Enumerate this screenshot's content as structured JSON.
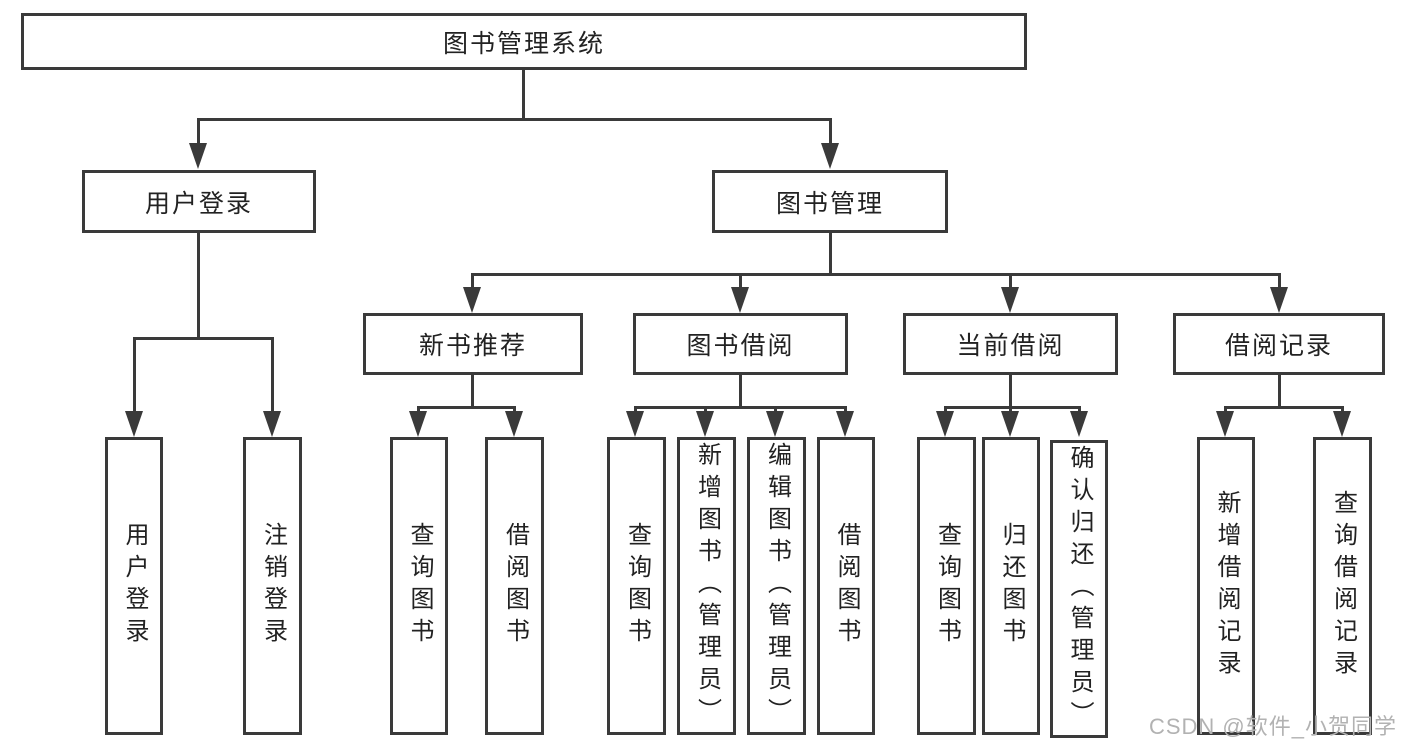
{
  "tree": {
    "label": "图书管理系统",
    "children": [
      {
        "label": "用户登录",
        "children": [
          {
            "label": "用户登录"
          },
          {
            "label": "注销登录"
          }
        ]
      },
      {
        "label": "图书管理",
        "children": [
          {
            "label": "新书推荐",
            "children": [
              {
                "label": "查询图书"
              },
              {
                "label": "借阅图书"
              }
            ]
          },
          {
            "label": "图书借阅",
            "children": [
              {
                "label": "查询图书"
              },
              {
                "label": "新增图书（管理员）"
              },
              {
                "label": "编辑图书（管理员）"
              },
              {
                "label": "借阅图书"
              }
            ]
          },
          {
            "label": "当前借阅",
            "children": [
              {
                "label": "查询图书"
              },
              {
                "label": "归还图书"
              },
              {
                "label": "确认归还（管理员）"
              }
            ]
          },
          {
            "label": "借阅记录",
            "children": [
              {
                "label": "新增借阅记录"
              },
              {
                "label": "查询借阅记录"
              }
            ]
          }
        ]
      }
    ]
  },
  "watermark": "CSDN @软件_小贺同学",
  "colors": {
    "line": "#3a3a3a",
    "text": "#222222",
    "watermark": "#b2b2b2",
    "background": "#ffffff"
  }
}
